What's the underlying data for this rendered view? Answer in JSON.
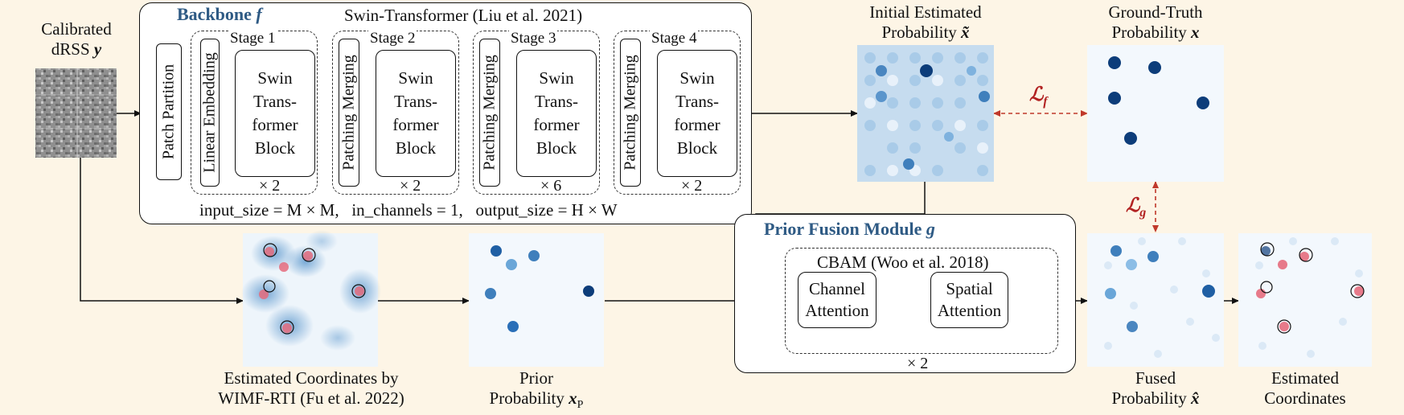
{
  "inputs": {
    "calibrated": "Calibrated",
    "dRSS": "dRSS",
    "y_sym": "y"
  },
  "backbone": {
    "title": "Backbone",
    "title_sym": "f",
    "subtitle": "Swin-Transformer (Liu et al. 2021)",
    "patch_partition": "Patch Partition",
    "linear_embedding": "Linear Embedding",
    "patching_merging": "Patching Merging",
    "swin_block_lines": [
      "Swin",
      "Trans-",
      "former",
      "Block"
    ],
    "stages": [
      {
        "label": "Stage 1",
        "repeat": "× 2"
      },
      {
        "label": "Stage 2",
        "repeat": "× 2"
      },
      {
        "label": "Stage 3",
        "repeat": "× 6"
      },
      {
        "label": "Stage 4",
        "repeat": "× 2"
      }
    ],
    "footer": "input_size = M × M,   in_channels = 1,   output_size = H × W"
  },
  "initial_prob": {
    "line1": "Initial Estimated",
    "line2": "Probability",
    "sym": "x̃"
  },
  "gt_prob": {
    "line1": "Ground-Truth",
    "line2": "Probability",
    "sym": "x"
  },
  "loss_f": {
    "L": "ℒ",
    "sub": "f"
  },
  "loss_g": {
    "L": "ℒ",
    "sub": "g"
  },
  "fusion": {
    "title": "Prior Fusion Module",
    "title_sym": "g",
    "cbam": "CBAM (Woo et al. 2018)",
    "channel_attention": [
      "Channel",
      "Attention"
    ],
    "spatial_attention": [
      "Spatial",
      "Attention"
    ],
    "repeat": "× 2"
  },
  "captions": {
    "wimf_line1": "Estimated Coordinates by",
    "wimf_line2": "WIMF-RTI (Fu et al. 2022)",
    "prior_line1": "Prior",
    "prior_line2": "Probability",
    "prior_sym": "x",
    "prior_sub": "P",
    "fused_line1": "Fused",
    "fused_line2": "Probability",
    "fused_sym": "x̂",
    "est_line1": "Estimated",
    "est_line2": "Coordinates"
  },
  "colors": {
    "background": "#fdf5e6",
    "title_blue": "#2e5a84",
    "loss_red": "#b22222",
    "dark_blue_dot": "#0d3d7a",
    "mid_blue_dot": "#2a6fb8",
    "light_blue_dot": "#8bbde6",
    "pink_dot": "#e56b7d"
  },
  "icons": {
    "sum": "circle-plus-icon",
    "multiply": "circle-times-icon"
  }
}
